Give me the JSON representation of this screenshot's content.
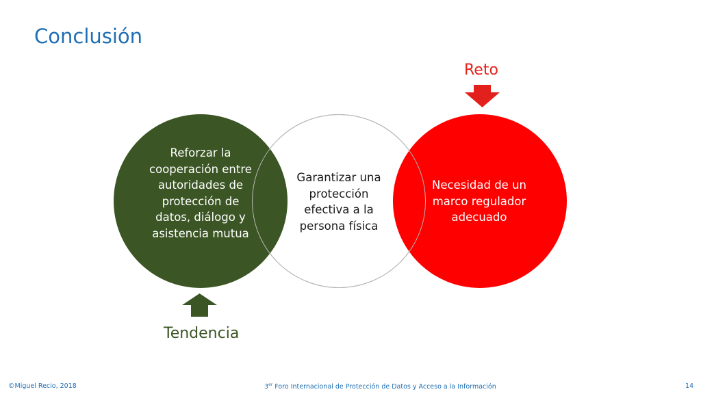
{
  "slide": {
    "title": "Conclusión",
    "circles": {
      "left": "Reforzar la cooperación entre autoridades de protección de datos, diálogo y asistencia mutua",
      "center": "Garantizar una protección efectiva a la persona física",
      "right": "Necesidad de un marco regulador adecuado"
    },
    "labels": {
      "reto": "Reto",
      "tendencia": "Tendencia"
    },
    "footer": {
      "left": "©Miguel Recio, 2018",
      "center_prefix": "3",
      "center_sup": "er",
      "center_rest": " Foro Internacional de Protección de Datos y Acceso a la Información",
      "page": "14"
    },
    "colors": {
      "title": "#1f6fb3",
      "green": "#3b5524",
      "red": "#fe0000",
      "arrow_red": "#e3211c"
    },
    "icons": {
      "reto_arrow": "arrow-down-icon",
      "tendencia_arrow": "arrow-up-icon"
    }
  }
}
